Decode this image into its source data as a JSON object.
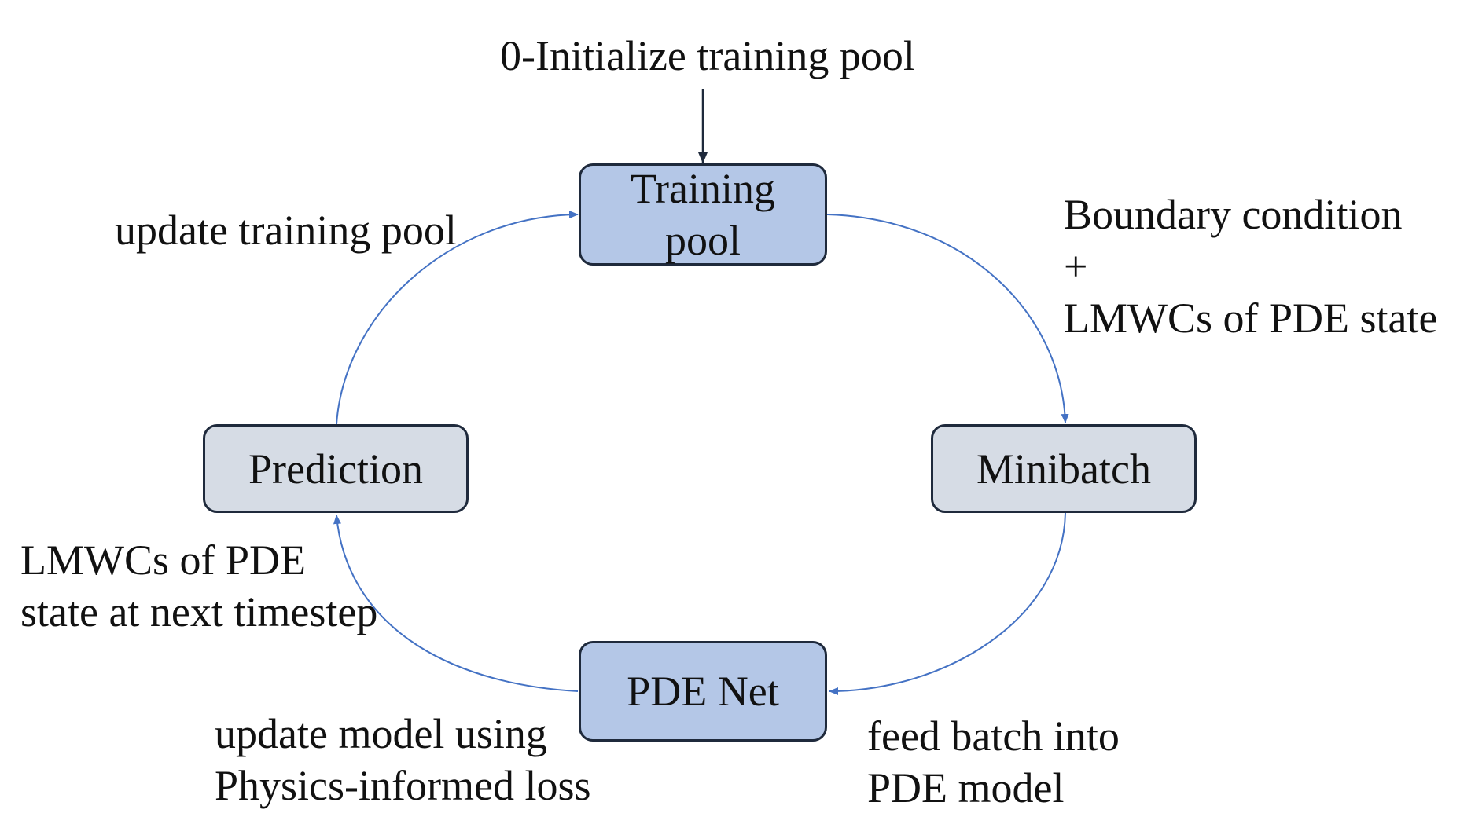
{
  "nodes": {
    "training_pool": {
      "line1": "Training",
      "line2": "pool"
    },
    "minibatch": "Minibatch",
    "pde_net": "PDE Net",
    "prediction": "Prediction"
  },
  "labels": {
    "init": "0-Initialize training pool",
    "boundary_line1": "Boundary condition",
    "boundary_plus": "+",
    "boundary_line3": "LMWCs of PDE state",
    "feed_line1": "feed batch into",
    "feed_line2": "PDE model",
    "update_model_line1": "update model using",
    "update_model_line2": "Physics-informed loss",
    "next_state_line1": "LMWCs of PDE",
    "next_state_line2": "state at next timestep",
    "update_pool": "update training pool"
  },
  "colors": {
    "node_blue": "#b4c7e7",
    "node_gray": "#d6dce5",
    "node_border": "#1f2a3c",
    "arrow_blue": "#4472c4",
    "arrow_dark": "#1f2a3c"
  }
}
